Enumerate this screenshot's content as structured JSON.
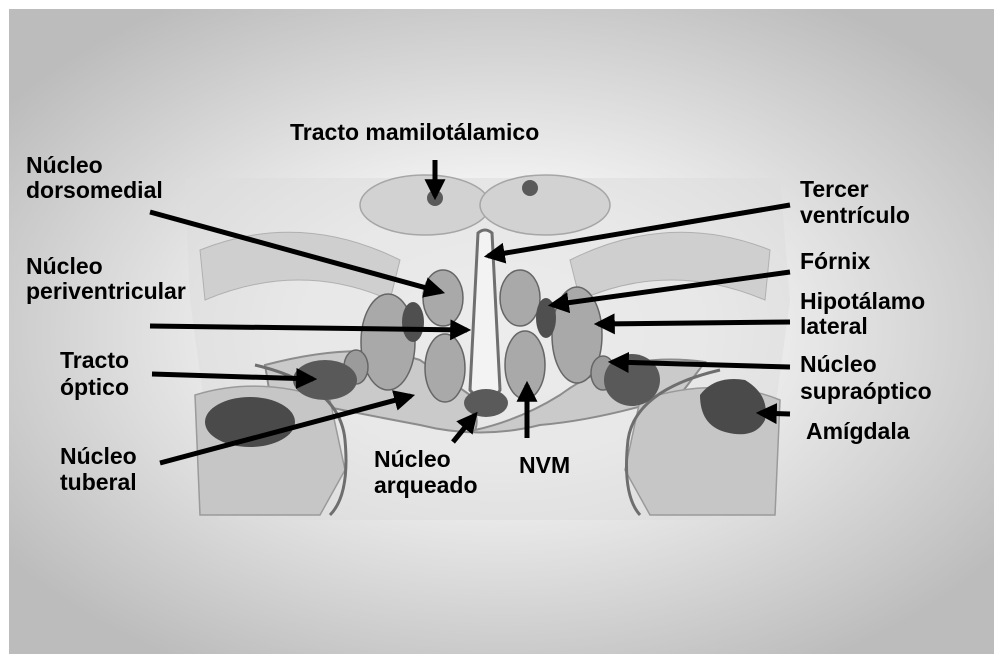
{
  "labels": {
    "tracto_mamilotalamico": "Tracto mamilotálamico",
    "nucleo_dorsomedial_1": "Núcleo",
    "nucleo_dorsomedial_2": "dorsomedial",
    "nucleo_periventricular_1": "Núcleo",
    "nucleo_periventricular_2": "periventricular",
    "tracto_optico_1": "Tracto",
    "tracto_optico_2": "óptico",
    "nucleo_tuberal_1": "Núcleo",
    "nucleo_tuberal_2": "tuberal",
    "nucleo_arqueado_1": "Núcleo",
    "nucleo_arqueado_2": "arqueado",
    "nvm": "NVM",
    "tercer_ventriculo_1": "Tercer",
    "tercer_ventriculo_2": "ventrículo",
    "fornix": "Fórnix",
    "hipotalamo_lateral_1": "Hipotálamo",
    "hipotalamo_lateral_2": "lateral",
    "nucleo_supraoptico_1": "Núcleo",
    "nucleo_supraoptico_2": "supraóptico",
    "amigdala": "Amígdala"
  }
}
